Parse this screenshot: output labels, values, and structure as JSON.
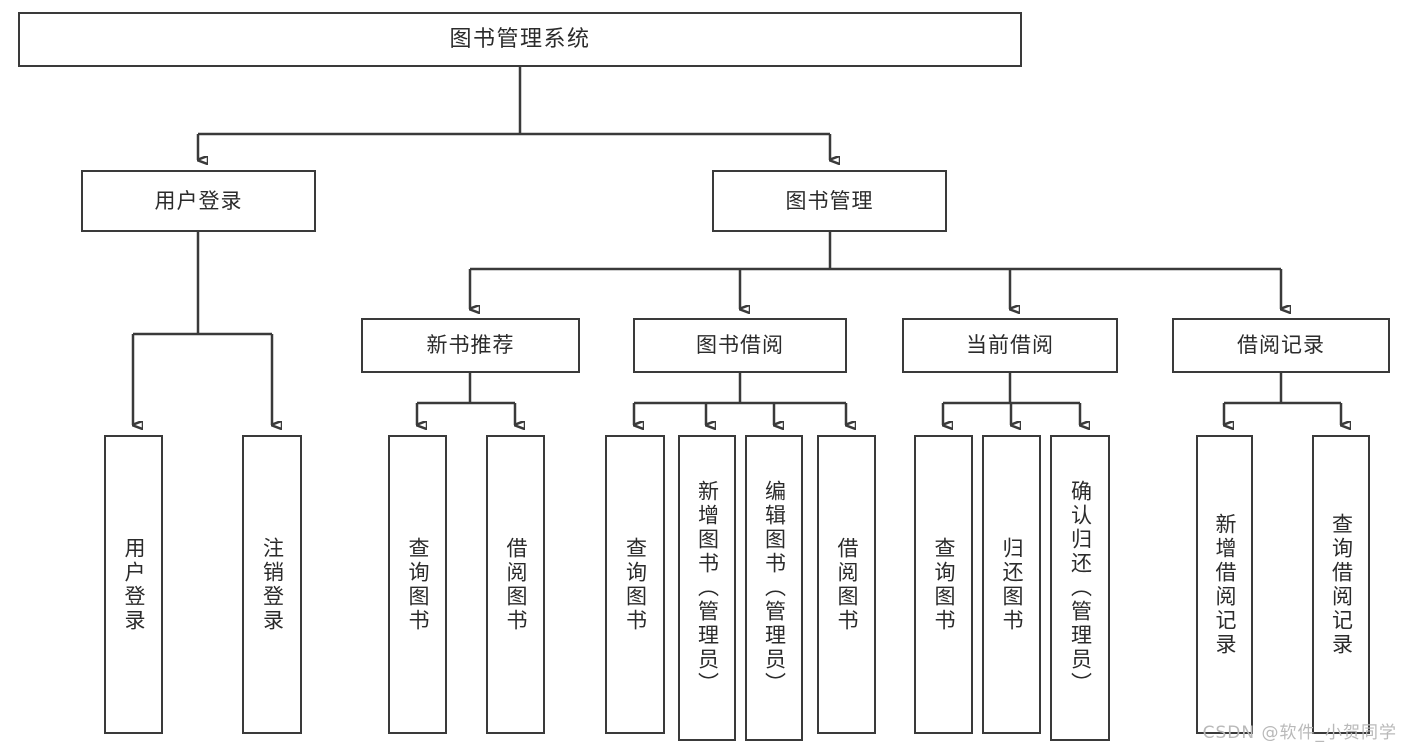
{
  "diagram": {
    "title": "图书管理系统",
    "type": "tree",
    "watermark": "CSDN @软件_小贺同学",
    "colors": {
      "stroke": "#3a3a3a",
      "text": "#2b2b2b",
      "background": "#ffffff",
      "watermark": "#b9b9b9"
    },
    "root": {
      "label": "图书管理系统"
    },
    "level2": [
      {
        "label": "用户登录"
      },
      {
        "label": "图书管理"
      }
    ],
    "level3": [
      {
        "label": "新书推荐"
      },
      {
        "label": "图书借阅"
      },
      {
        "label": "当前借阅"
      },
      {
        "label": "借阅记录"
      }
    ],
    "leaves": {
      "user_login": [
        {
          "label": "用户登录"
        },
        {
          "label": "注销登录"
        }
      ],
      "new_book_recommend": [
        {
          "label": "查询图书"
        },
        {
          "label": "借阅图书"
        }
      ],
      "book_borrow": [
        {
          "label": "查询图书"
        },
        {
          "label": "新增图书（管理员）"
        },
        {
          "label": "编辑图书（管理员）"
        },
        {
          "label": "借阅图书"
        }
      ],
      "current_borrow": [
        {
          "label": "查询图书"
        },
        {
          "label": "归还图书"
        },
        {
          "label": "确认归还（管理员）"
        }
      ],
      "borrow_record": [
        {
          "label": "新增借阅记录"
        },
        {
          "label": "查询借阅记录"
        }
      ]
    }
  }
}
